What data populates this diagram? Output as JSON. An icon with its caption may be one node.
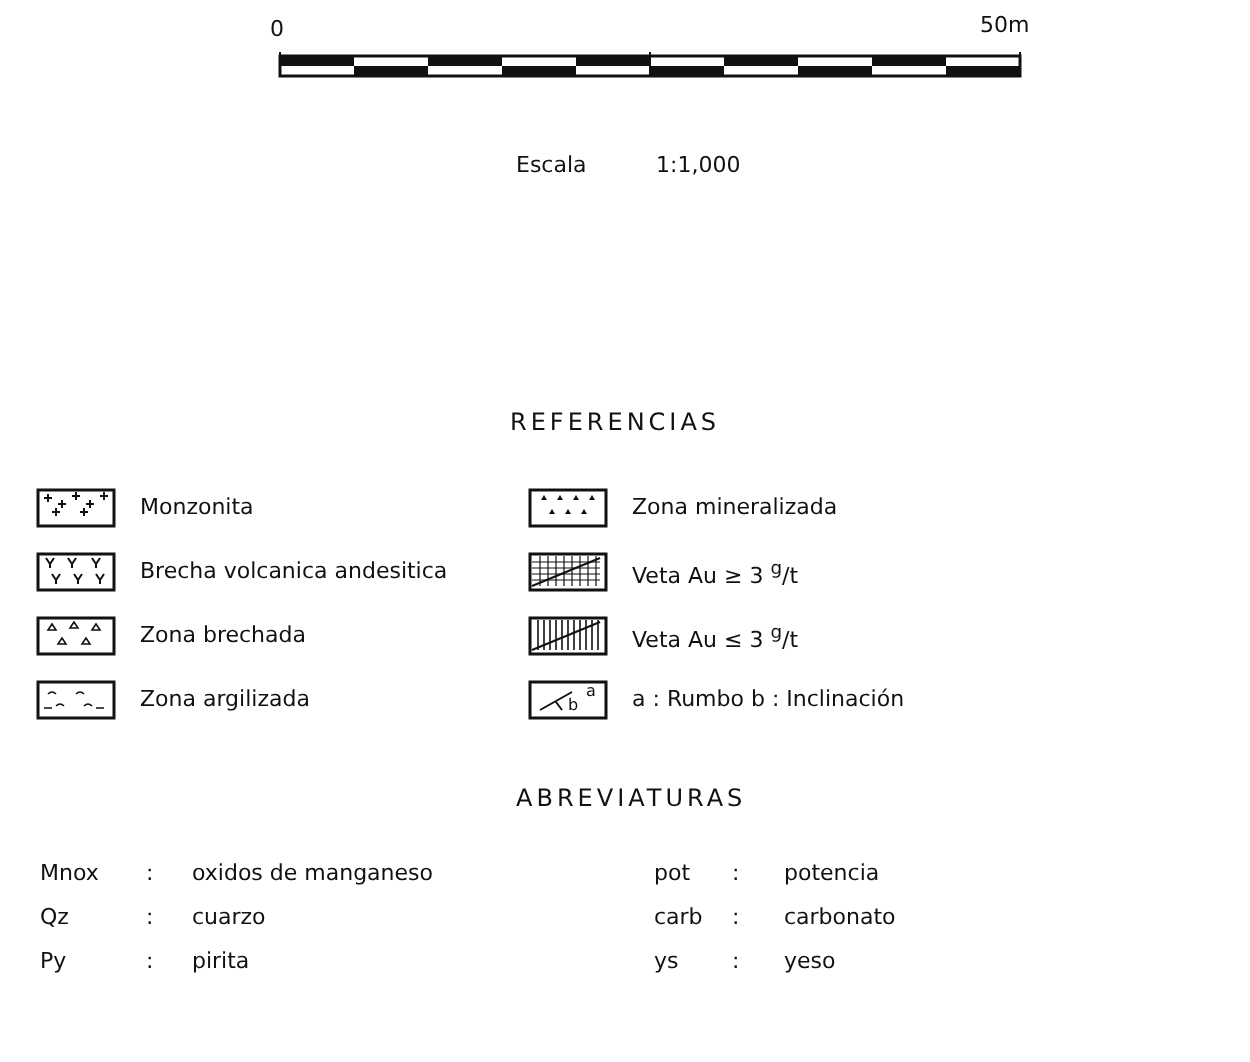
{
  "diagram": {
    "labels": [
      "0",
      "50m",
      "Escala",
      "1:1,000",
      "REFERENCIAS",
      "a",
      "b",
      "ABREVIATURAS",
      "Mnox",
      ":",
      "oxidos de manganeso",
      "pot",
      ":",
      "potencia",
      "Qz",
      ":",
      "cuarzo",
      "carb",
      ":",
      "carbonato",
      "Py",
      ":",
      "pirita",
      "ys",
      ":",
      "yeso"
    ],
    "legend": [
      {
        "text": "Monzonita"
      },
      {
        "text": "Brecha volcanica andesitica"
      },
      {
        "text": "Zona brechada"
      },
      {
        "text": "Zona argilizada"
      },
      {
        "text": "Zona mineralizada"
      },
      {
        "text": "Veta Au ≥ 3 $^{g}$/t"
      },
      {
        "text": "Veta Au ≤ 3 $^{g}$/t"
      },
      {
        "text": "a : Rumbo b : Inclinación"
      }
    ]
  }
}
